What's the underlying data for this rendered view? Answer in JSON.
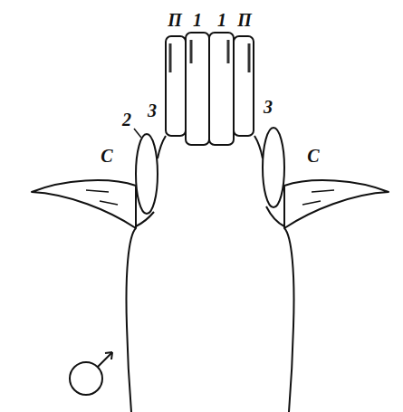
{
  "diagram": {
    "labels": [
      "П",
      "1",
      "1",
      "П",
      "3",
      "2",
      "3",
      "C",
      "C"
    ]
  }
}
